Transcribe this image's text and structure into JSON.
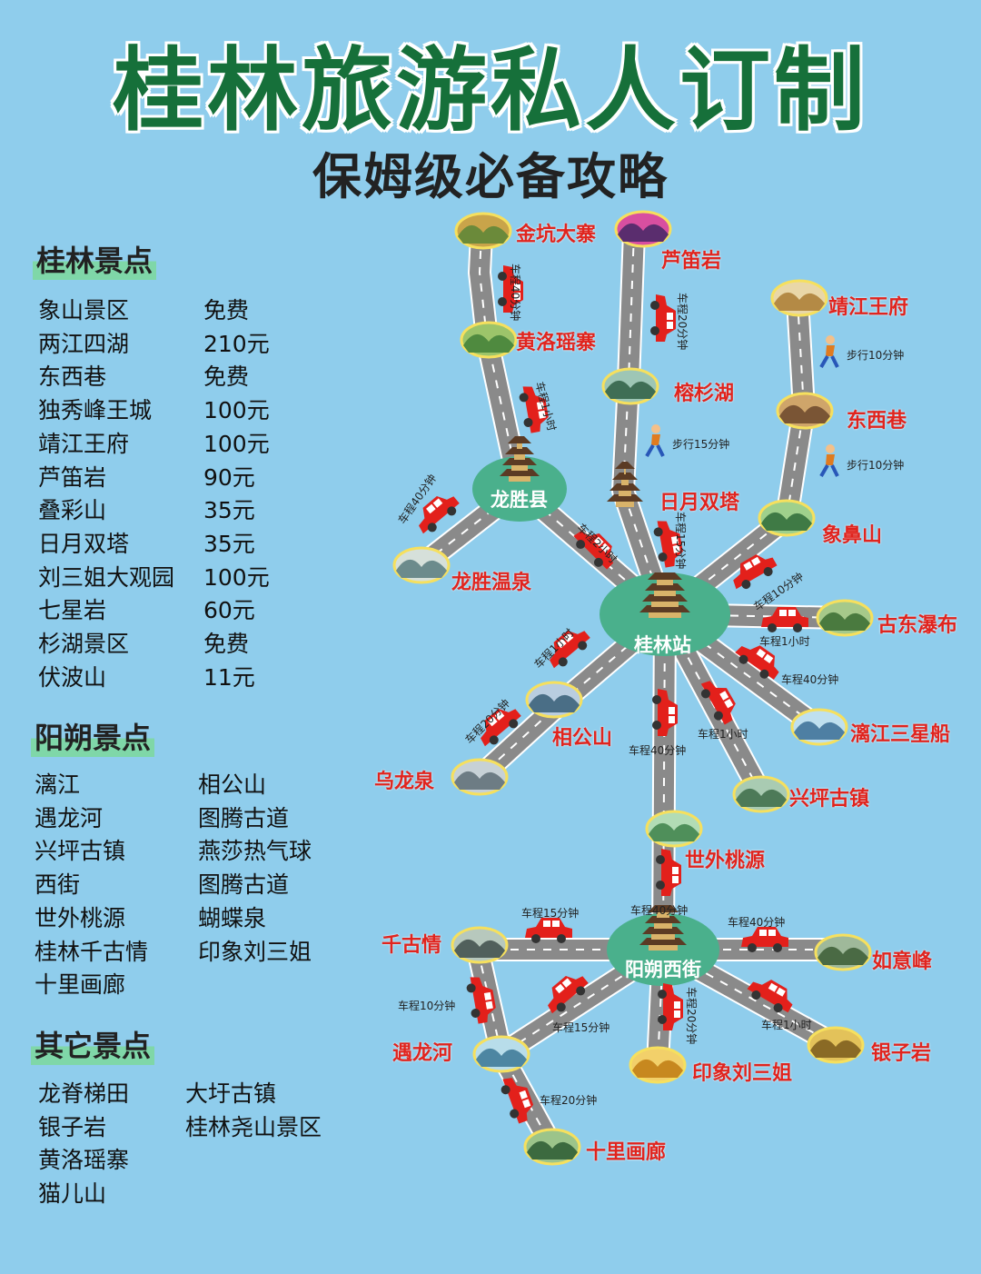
{
  "header": {
    "title": "桂林旅游私人订制",
    "subtitle": "保姆级必备攻略"
  },
  "guilin": {
    "title": "桂林景点",
    "items": [
      {
        "name": "象山景区",
        "price": "免费"
      },
      {
        "name": "两江四湖",
        "price": "210元"
      },
      {
        "name": "东西巷",
        "price": "免费"
      },
      {
        "name": "独秀峰王城",
        "price": "100元"
      },
      {
        "name": "靖江王府",
        "price": "100元"
      },
      {
        "name": "芦笛岩",
        "price": "90元"
      },
      {
        "name": "叠彩山",
        "price": "35元"
      },
      {
        "name": "日月双塔",
        "price": "35元"
      },
      {
        "name": "刘三姐大观园",
        "price": "100元"
      },
      {
        "name": "七星岩",
        "price": "60元"
      },
      {
        "name": "杉湖景区",
        "price": "免费"
      },
      {
        "name": "伏波山",
        "price": "11元"
      }
    ]
  },
  "yangshuo": {
    "title": "阳朔景点",
    "left": [
      "漓江",
      "遇龙河",
      "兴坪古镇",
      "西街",
      "世外桃源",
      "桂林千古情",
      "十里画廊"
    ],
    "right": [
      "相公山",
      "图腾古道",
      "燕莎热气球",
      "图腾古道",
      "蝴蝶泉",
      "印象刘三姐"
    ]
  },
  "other": {
    "title": "其它景点",
    "left": [
      "龙脊梯田",
      "银子岩",
      "黄洛瑶寨",
      "猫儿山"
    ],
    "right": [
      "大圩古镇",
      "桂林尧山景区"
    ]
  },
  "map": {
    "hubs": {
      "guilin": "桂林站",
      "longsheng": "龙胜县",
      "yangshuo": "阳朔西街"
    },
    "spots": {
      "jinkeng": "金坑大寨",
      "huangluo": "黄洛瑶寨",
      "longsheng_hot": "龙胜温泉",
      "ludi": "芦笛岩",
      "rongshan": "榕杉湖",
      "riyue": "日月双塔",
      "jingjiang": "靖江王府",
      "dongxi": "东西巷",
      "xiangbi": "象鼻山",
      "gudong": "古东瀑布",
      "lijiang": "漓江三星船",
      "xingping": "兴坪古镇",
      "xianggong": "相公山",
      "wulong": "乌龙泉",
      "shiwai": "世外桃源",
      "qiangu": "千古情",
      "ruyi": "如意峰",
      "yulong": "遇龙河",
      "yinzi": "银子岩",
      "yinxiang": "印象刘三姐",
      "shili": "十里画廊"
    },
    "times": {
      "t_jinkeng": "车程40分钟",
      "t_huangluo": "车程1小时",
      "t_lshot": "车程40分钟",
      "t_longsheng": "车程2小时",
      "t_ludi": "车程20分钟",
      "t_rongshan": "步行15分钟",
      "t_riyue": "车程15分钟",
      "t_jingjiang": "步行10分钟",
      "t_dongxi": "步行10分钟",
      "t_xiangbi": "车程10分钟",
      "t_gudong": "车程1小时",
      "t_lijiang": "车程40分钟",
      "t_xingping": "车程1小时",
      "t_yangshuo": "车程40分钟",
      "t_xianggong": "车程1小时",
      "t_wulong": "车程20分钟",
      "t_qiangu": "车程15分钟",
      "t_shiwai": "车程40分钟",
      "t_ruyi": "车程40分钟",
      "t_yulong1": "车程10分钟",
      "t_yulong2": "车程15分钟",
      "t_yinxiang": "车程20分钟",
      "t_yinzi": "车程1小时",
      "t_shili": "车程20分钟"
    }
  },
  "colors": {
    "background": "#8fcdec",
    "title": "#16703a",
    "road": "#8a8a8a",
    "hub": "#4ab08c",
    "label": "#e0241e",
    "car": "#e3201b"
  }
}
